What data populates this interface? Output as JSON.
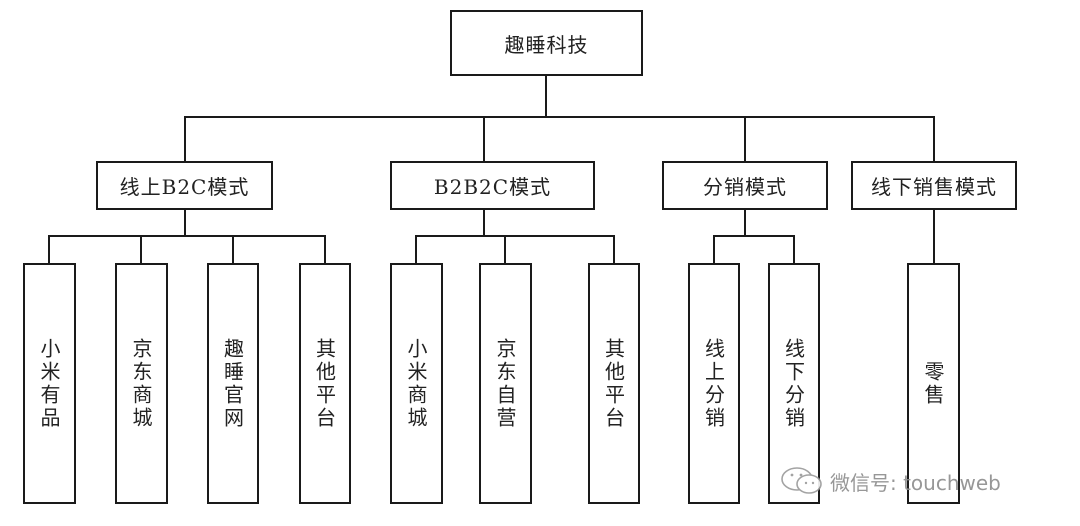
{
  "root": {
    "label": "趣睡科技"
  },
  "modes": [
    {
      "label": "线上B2C模式",
      "channels": [
        "小米有品",
        "京东商城",
        "趣睡官网",
        "其他平台"
      ]
    },
    {
      "label": "B2B2C模式",
      "channels": [
        "小米商城",
        "京东自营",
        "其他平台"
      ]
    },
    {
      "label": "分销模式",
      "channels": [
        "线上分销",
        "线下分销"
      ]
    },
    {
      "label": "线下销售模式",
      "channels": [
        "零售"
      ]
    }
  ],
  "watermark": {
    "text": "微信号: touchweb",
    "icon": "wechat-icon"
  }
}
